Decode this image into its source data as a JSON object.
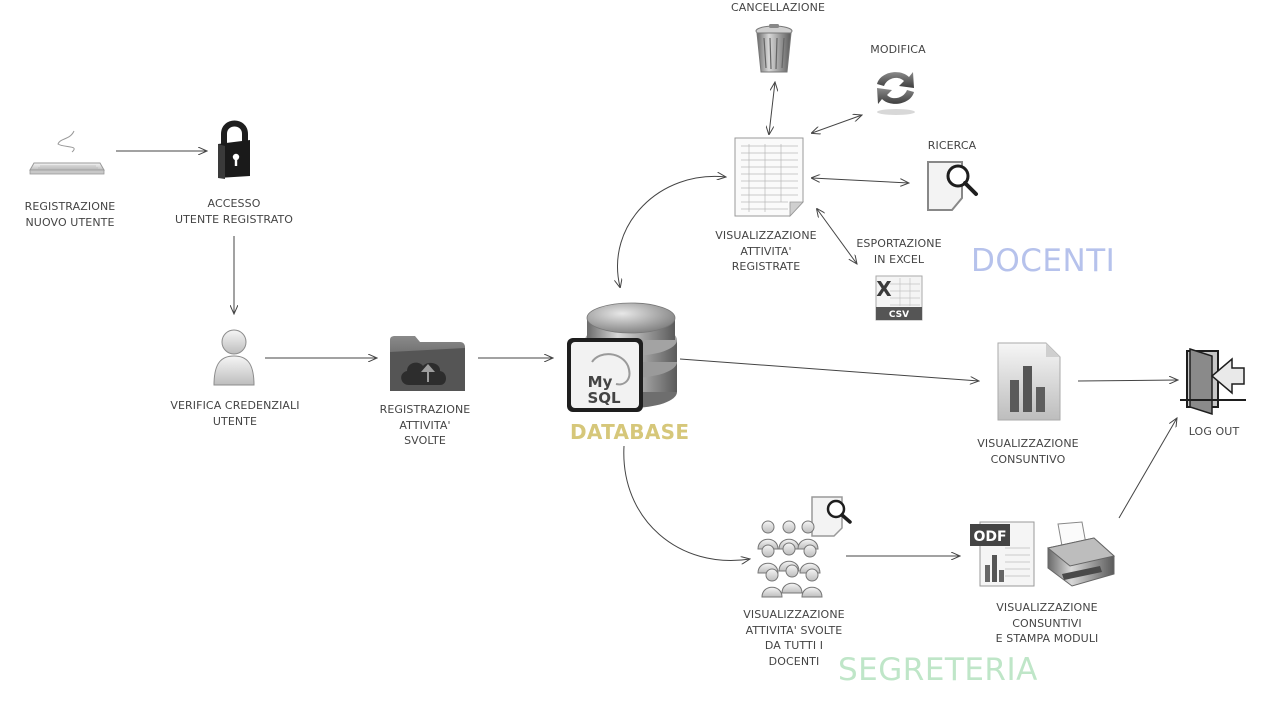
{
  "nodes": {
    "new_user": {
      "label": "REGISTRAZIONE\nNUOVO UTENTE",
      "icon": "keyboard-icon"
    },
    "login": {
      "label": "ACCESSO\nUTENTE REGISTRATO",
      "icon": "padlock-icon"
    },
    "verify": {
      "label": "VERIFICA CREDENZIALI\nUTENTE",
      "icon": "user-icon"
    },
    "record_activity": {
      "label": "REGISTRAZIONE\nATTIVITA'\nSVOLTE",
      "icon": "cloud-upload-folder-icon"
    },
    "database": {
      "label": "DATABASE",
      "icon": "mysql-database-icon",
      "logo_text": [
        "My",
        "SQL"
      ]
    },
    "view_registered": {
      "label": "VISUALIZZAZIONE\nATTIVITA'\nREGISTRATE",
      "icon": "spreadsheet-icon"
    },
    "delete": {
      "label": "CANCELLAZIONE",
      "icon": "trash-icon"
    },
    "modify": {
      "label": "MODIFICA",
      "icon": "refresh-icon"
    },
    "search": {
      "label": "RICERCA",
      "icon": "magnifier-document-icon"
    },
    "export": {
      "label": "ESPORTAZIONE\nIN EXCEL",
      "icon": "csv-excel-icon",
      "badge_text": "CSV",
      "glyph": "X"
    },
    "summary": {
      "label": "VISUALIZZAZIONE\nCONSUNTIVO",
      "icon": "bar-chart-document-icon"
    },
    "logout": {
      "label": "LOG OUT",
      "icon": "exit-door-icon"
    },
    "all_teachers": {
      "label": "VISUALIZZAZIONE\nATTIVITA' SVOLTE\nDA TUTTI I\nDOCENTI",
      "icon": "user-group-search-icon"
    },
    "print_summaries": {
      "label": "VISUALIZZAZIONE\nCONSUNTIVI\nE STAMPA MODULI",
      "icon": "odf-printer-icon",
      "badge_text": "ODF"
    }
  },
  "groups": {
    "docenti": {
      "label": "DOCENTI",
      "color": "#b6c2ec"
    },
    "segreteria": {
      "label": "SEGRETERIA",
      "color": "#bfe6c8"
    },
    "database": {
      "color": "#d6c77a"
    }
  }
}
